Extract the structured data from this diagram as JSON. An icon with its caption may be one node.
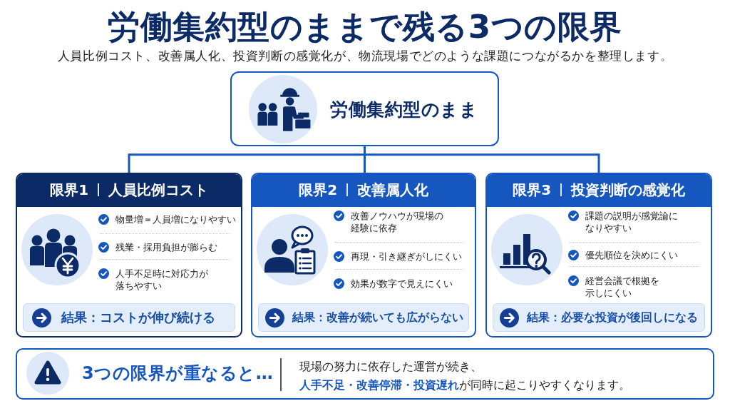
{
  "diagram": {
    "title": "労働集約型のままで残る3つの限界",
    "caption": "人員比例コスト、改善属人化、投資判断の感覚化が、物流現場でどのような課題につながるかを整理します。",
    "nodes": [
      {
        "text": [
          "労働集約型のまま"
        ]
      },
      {
        "text": [
          "限界1",
          "人員比例コスト",
          "物量増＝人員増になりやすい",
          "残業・採用負担が膨らむ",
          "人手不足時に対応力が落ちやすい"
        ]
      },
      {
        "text": [
          "結果：コストが伸び続ける"
        ],
        "in": 1
      },
      {
        "text": [
          "限界2",
          "改善属人化",
          "改善ノウハウが現場の経験に依存",
          "再現・引き継ぎがしにくい",
          "効果が数字で見えにくい"
        ]
      },
      {
        "text": [
          "結果：改善が続いても広がらない"
        ],
        "in": 3
      },
      {
        "text": [
          "限界3",
          "投資判断の感覚化",
          "課題の説明が感覚論になりやすい",
          "優先順位を決めにくい",
          "経営会議で根拠を示しにくい"
        ]
      },
      {
        "text": [
          "結果：必要な投資が後回しになる"
        ],
        "in": 5
      },
      {
        "text": [
          "3つの限界が重なると…",
          "現場の努力に依存した運営が続き、",
          "**人手不足・改善停滞・投資遅れ**が同時に起こりやすくなります。"
        ]
      }
    ],
    "edges": [
      {
        "from": 0,
        "to": 1,
        "arrow": "none"
      },
      {
        "from": 0,
        "to": 3,
        "arrow": "none"
      },
      {
        "from": 0,
        "to": 5,
        "arrow": "none"
      }
    ]
  }
}
